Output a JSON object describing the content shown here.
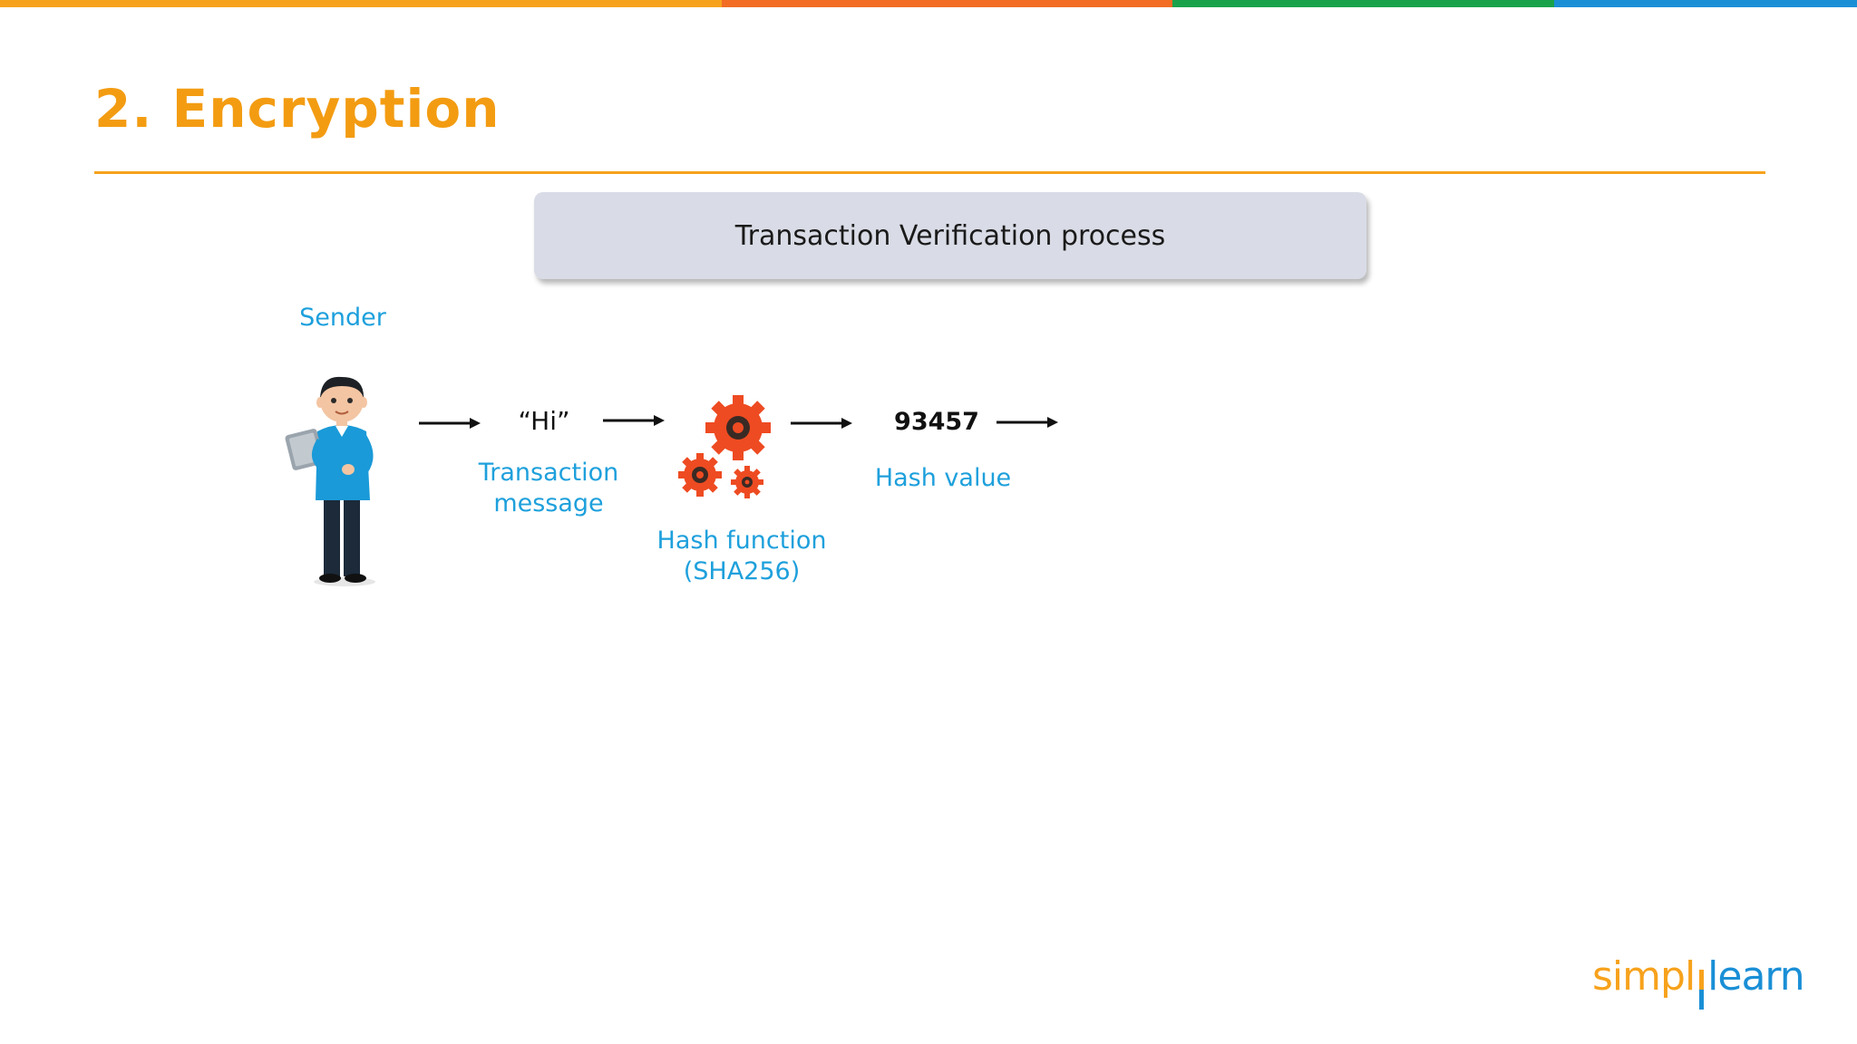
{
  "colors": {
    "orange": "#f7a21c",
    "title_orange": "#f39c12",
    "deep_orange": "#f26c24",
    "green": "#1aa24a",
    "blue": "#1a8fd6",
    "label_blue": "#1ea0dc",
    "gear_red": "#ee4b22",
    "logo_orange": "#f7a21c",
    "logo_blue": "#1a8fd6"
  },
  "slide": {
    "title": "2. Encryption"
  },
  "process": {
    "heading": "Transaction Verification process"
  },
  "sender": {
    "label": "Sender",
    "illustration": "person-with-tablet-icon"
  },
  "message": {
    "text": "“Hi”",
    "label_line1": "Transaction",
    "label_line2": "message"
  },
  "hash_function": {
    "icon": "gears-icon",
    "label_line1": "Hash function",
    "label_line2": "(SHA256)"
  },
  "hash_value": {
    "text": "93457",
    "label": "Hash value"
  },
  "logo": {
    "part1": "simpl",
    "part2": "learn"
  }
}
